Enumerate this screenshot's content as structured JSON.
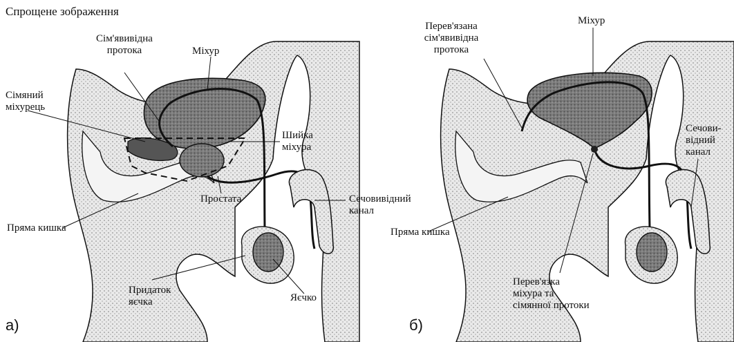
{
  "title": "Спрощене зображення",
  "panel_a": {
    "letter": "а)",
    "labels": {
      "vas_deferens": [
        "Сім'явивідна",
        "протока"
      ],
      "bladder": "Міхур",
      "seminal_vesicle": [
        "Сімяний",
        "міхурець"
      ],
      "bladder_neck": [
        "Шийка",
        "міхура"
      ],
      "prostate": "Простата",
      "urethra": [
        "Сечовивідний",
        "канал"
      ],
      "rectum": "Пряма кишка",
      "epididymis": [
        "Придаток",
        "яєчка"
      ],
      "testicle": "Яєчко"
    }
  },
  "panel_b": {
    "letter": "б)",
    "labels": {
      "ligated_vas": [
        "Перев'язана",
        "сім'явивідна",
        "протока"
      ],
      "bladder": "Міхур",
      "urethra": [
        "Сечови-",
        "відний",
        "канал"
      ],
      "rectum": "Пряма кишка",
      "ligation": [
        "Перев'язка",
        "міхура та",
        "сімянної протоки"
      ]
    }
  },
  "colors": {
    "ink": "#111111",
    "tissue_fill": "#d9d9d9",
    "organ_fill": "#8a8a8a",
    "organ_dark": "#4a4a4a"
  }
}
